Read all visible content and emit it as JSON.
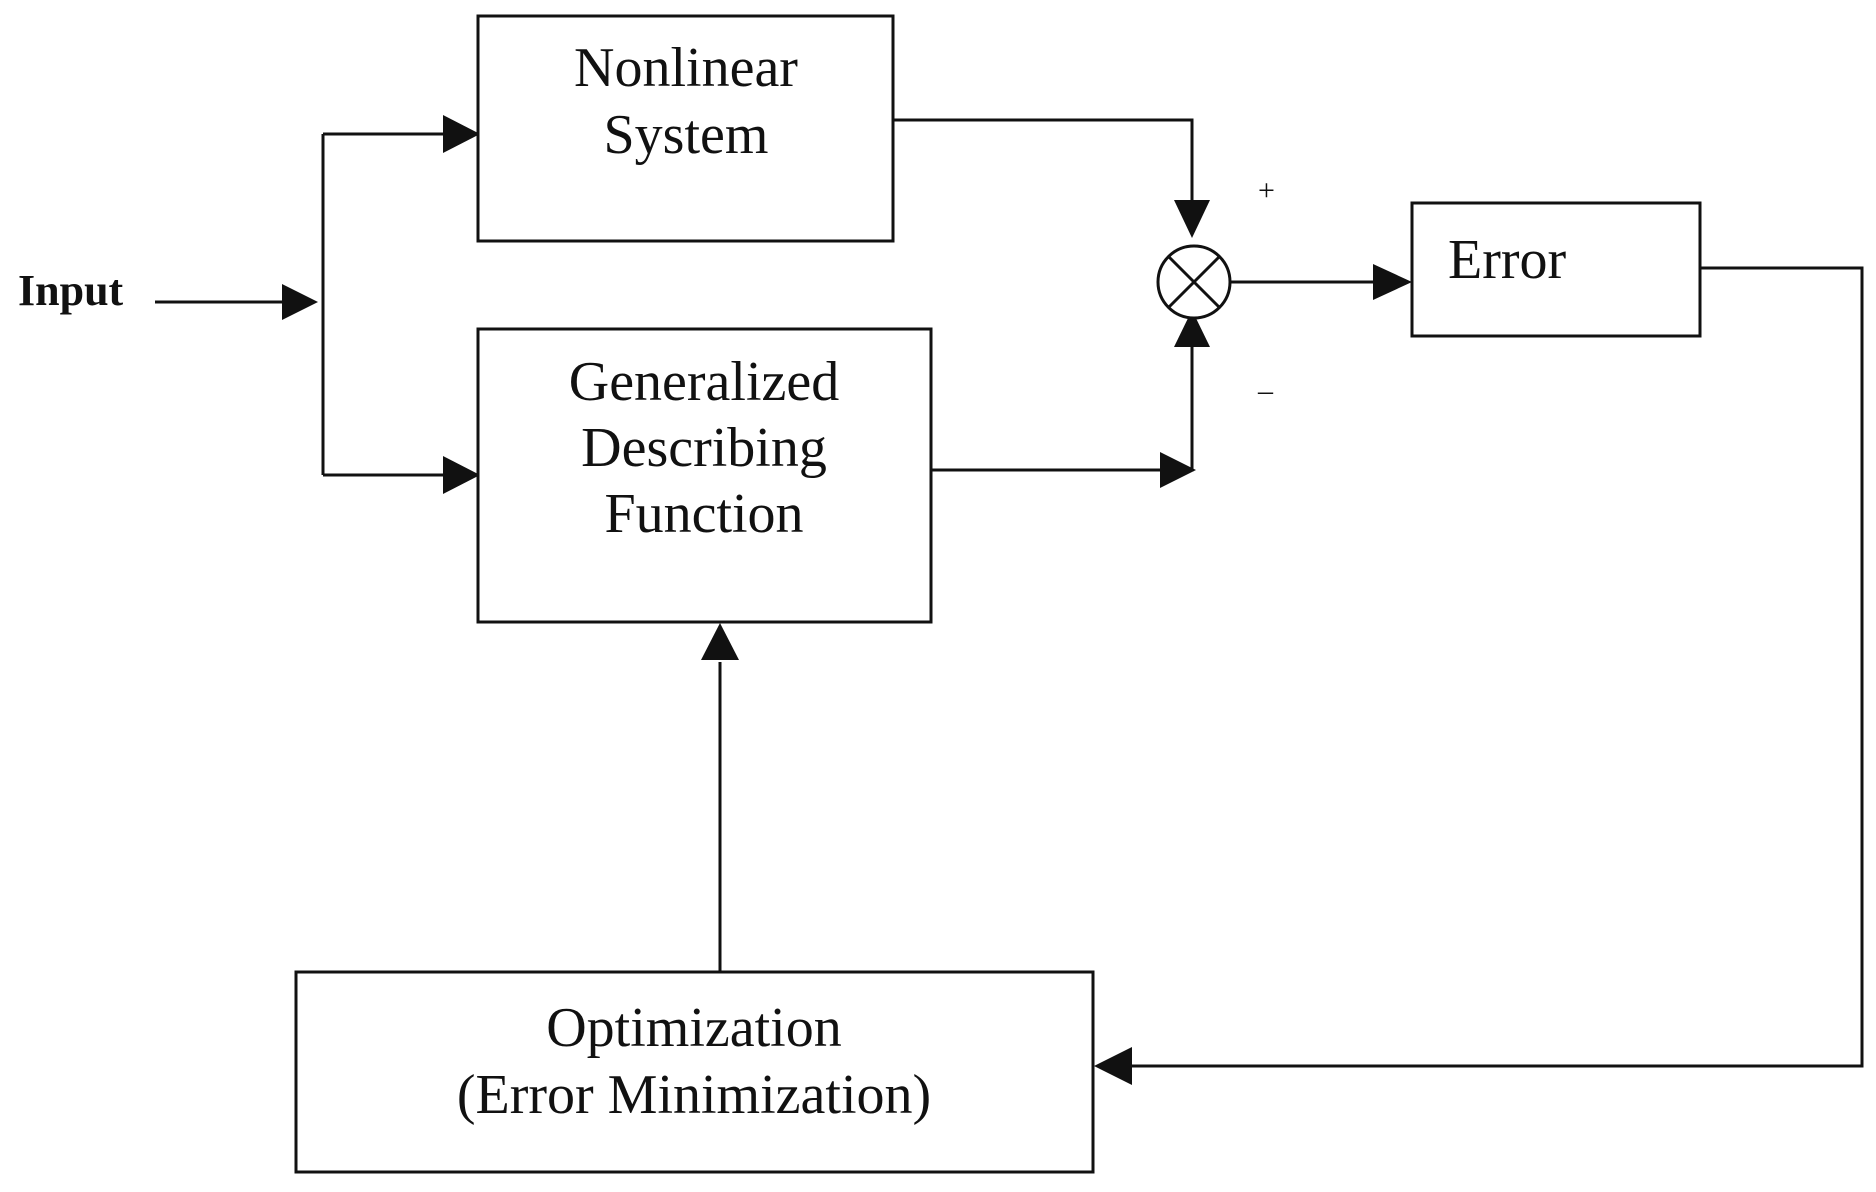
{
  "input_label": "Input",
  "blocks": {
    "nonlinear_system": [
      "Nonlinear",
      "System"
    ],
    "describing_function": [
      "Generalized",
      "Describing",
      "Function"
    ],
    "error": [
      "Error"
    ],
    "optimization": [
      "Optimization",
      "(Error Minimization)"
    ]
  },
  "summing_junction": {
    "plus_sign": "+",
    "minus_sign": "–"
  }
}
